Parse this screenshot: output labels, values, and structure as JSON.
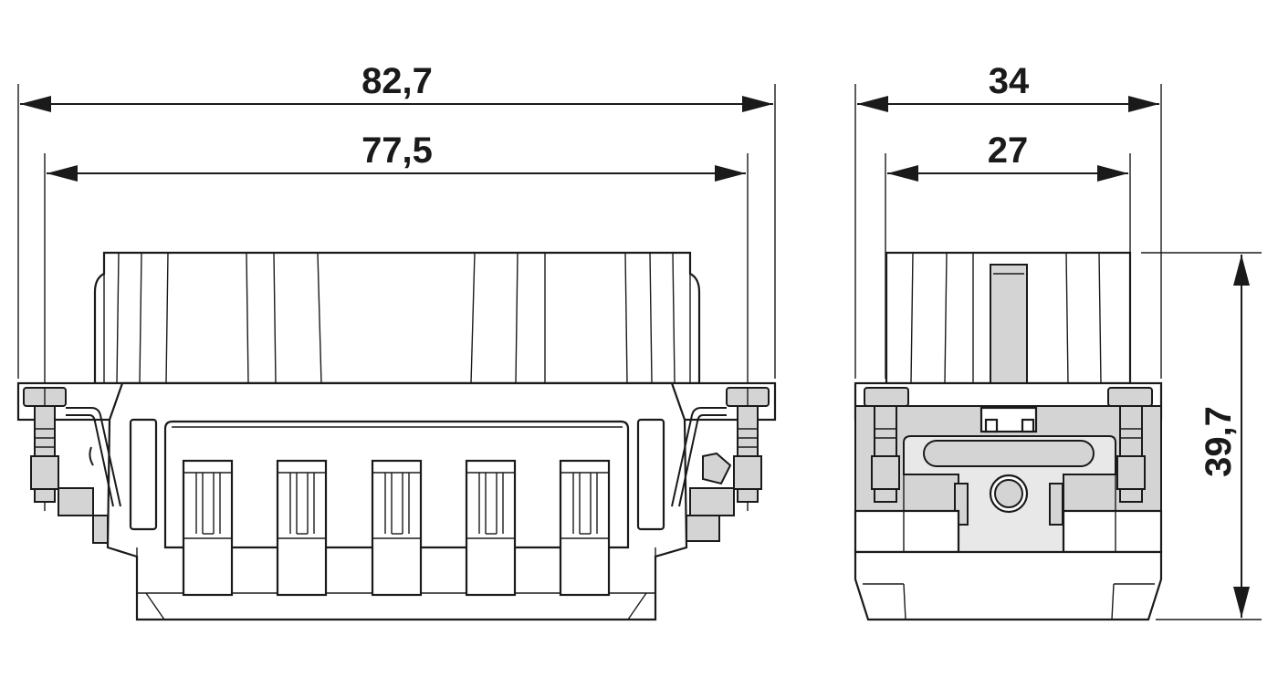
{
  "dimensions": {
    "front_overall_width": "82,7",
    "front_inner_width": "77,5",
    "side_overall_depth": "34",
    "side_inner_depth": "27",
    "height": "39,7"
  },
  "colors": {
    "line": "#1a1a1a",
    "gray_fill": "#d4d4d4",
    "light_fill": "#e8e8e8",
    "background": "#ffffff"
  }
}
